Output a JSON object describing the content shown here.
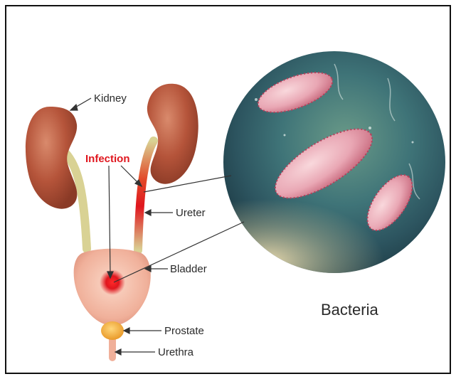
{
  "labels": {
    "kidney": "Kidney",
    "infection": "Infection",
    "ureter": "Ureter",
    "bladder": "Bladder",
    "prostate": "Prostate",
    "urethra": "Urethra",
    "bacteria": "Bacteria"
  },
  "colors": {
    "kidney": "#b5543a",
    "ureter": "#d9d294",
    "bladder": "#f2b9a5",
    "infection": "#e0161e",
    "prostate": "#f5b945",
    "bacteria": "#e9a7b4",
    "frame": "#111111"
  },
  "icons": {
    "pointer": "arrow-left-icon"
  }
}
